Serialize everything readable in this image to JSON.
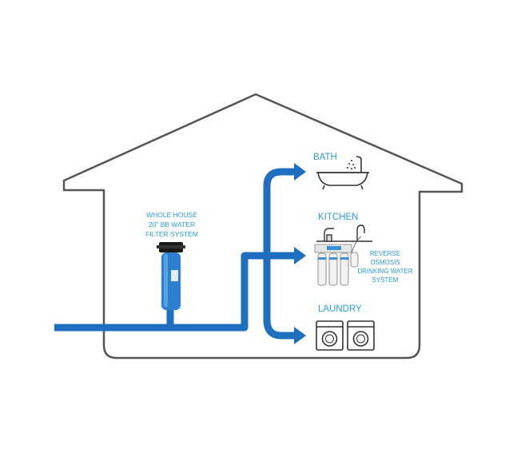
{
  "colors": {
    "pipe": "#1f6fc0",
    "house_outline": "#555555",
    "label": "#2b9fd6",
    "filter_housing": "#2e7fd0",
    "filter_cap": "#1a1a1a"
  },
  "labels": {
    "whole_house_line1": "WHOLE HOUSE",
    "whole_house_line2": "20\" BB WATER",
    "whole_house_line3": "FILTER SYSTEM",
    "bath": "BATH",
    "kitchen": "KITCHEN",
    "laundry": "LAUNDRY",
    "ro_line1": "REVERSE",
    "ro_line2": "OSMOSIS",
    "ro_line3": "DRINKING WATER",
    "ro_line4": "SYSTEM"
  },
  "icons": {
    "bath": "bathtub-icon",
    "kitchen": "kitchen-faucet-icon",
    "ro": "reverse-osmosis-unit-icon",
    "laundry": "washing-machine-icon",
    "filter": "water-filter-housing-icon"
  }
}
